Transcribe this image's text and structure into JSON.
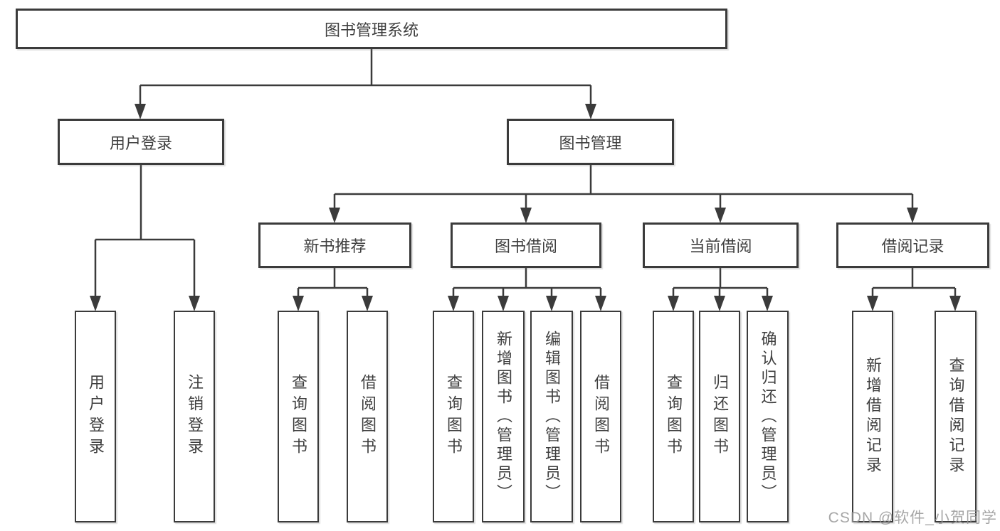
{
  "diagram_type": "hierarchy-tree",
  "tree": {
    "root": {
      "label": "图书管理系统",
      "children": [
        {
          "label": "用户登录",
          "children": [
            {
              "label": "用户登录"
            },
            {
              "label": "注销登录"
            }
          ]
        },
        {
          "label": "图书管理",
          "children": [
            {
              "label": "新书推荐",
              "children": [
                {
                  "label": "查询图书"
                },
                {
                  "label": "借阅图书"
                }
              ]
            },
            {
              "label": "图书借阅",
              "children": [
                {
                  "label": "查询图书"
                },
                {
                  "label": "新增图书（管理员）"
                },
                {
                  "label": "编辑图书（管理员）"
                },
                {
                  "label": "借阅图书"
                }
              ]
            },
            {
              "label": "当前借阅",
              "children": [
                {
                  "label": "查询图书"
                },
                {
                  "label": "归还图书"
                },
                {
                  "label": "确认归还（管理员）"
                }
              ]
            },
            {
              "label": "借阅记录",
              "children": [
                {
                  "label": "新增借阅记录"
                },
                {
                  "label": "查询借阅记录"
                }
              ]
            }
          ]
        }
      ]
    }
  },
  "watermark": "CSDN @软件_小贺同学",
  "colors": {
    "line": "#3b3b3b",
    "box_border": "#3b3b3b",
    "text": "#3f3f3f",
    "background": "#ffffff",
    "watermark": "#969696"
  }
}
